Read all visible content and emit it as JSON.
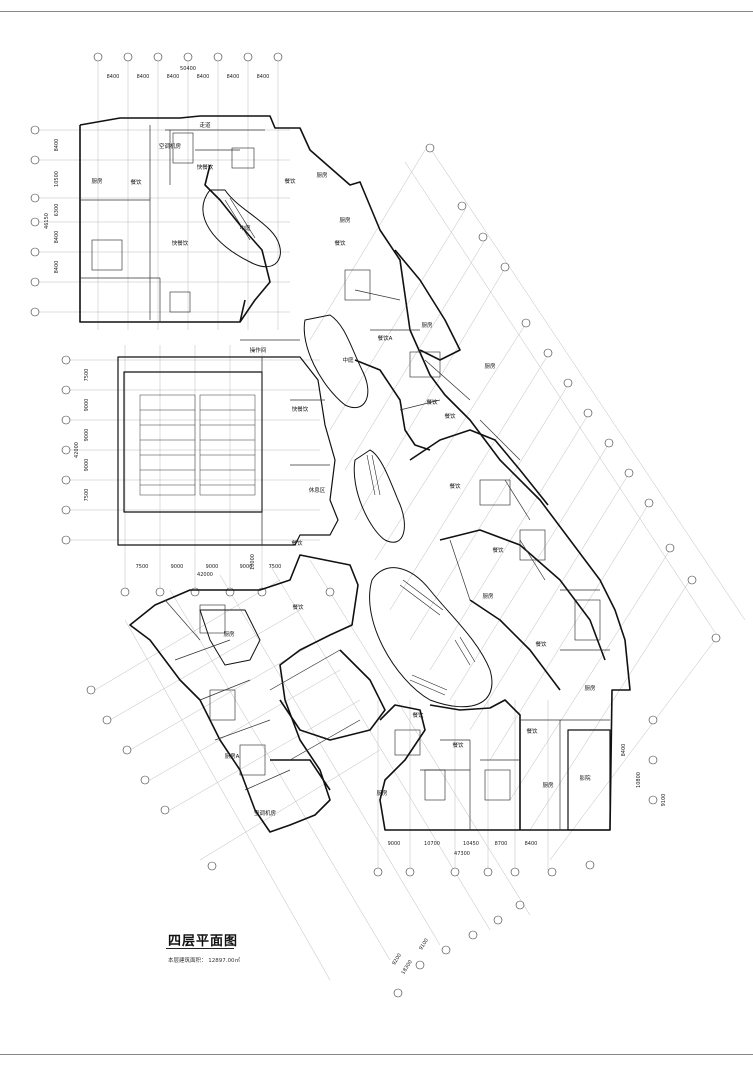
{
  "drawing": {
    "title": "四层平面图",
    "area_note": "本层建筑面积： 12897.00㎡"
  },
  "dimensions": {
    "top_left": [
      "8400",
      "8400",
      "8400",
      "8400",
      "8400",
      "8400"
    ],
    "top_left_total": "50400",
    "left_upper": [
      "8400",
      "10500",
      "6300",
      "8400",
      "8400"
    ],
    "left_upper_total": "46150",
    "left_middle": [
      "7500",
      "9000",
      "9000",
      "9000",
      "7500"
    ],
    "left_middle_total": "42000",
    "mid_horizontal": [
      "7500",
      "9000",
      "9000",
      "9000",
      "7500"
    ],
    "mid_horizontal_total": "42000",
    "mid_vertical": "10000",
    "bottom": [
      "9000",
      "10700",
      "10450",
      "8700",
      "8400"
    ],
    "bottom_total": "47300",
    "bottom_left_diag": [
      "9200",
      "9100",
      "18300"
    ],
    "right_small": [
      "8400",
      "10800"
    ],
    "right_total": "9100"
  },
  "rooms": [
    {
      "label": "走道"
    },
    {
      "label": "空调机房"
    },
    {
      "label": "厨房"
    },
    {
      "label": "餐饮"
    },
    {
      "label": "快餐饮"
    },
    {
      "label": "厨房"
    },
    {
      "label": "餐饮"
    },
    {
      "label": "厨房"
    },
    {
      "label": "餐饮"
    },
    {
      "label": "中庭"
    },
    {
      "label": "快餐饮"
    },
    {
      "label": "操作间"
    },
    {
      "label": "快餐饮"
    },
    {
      "label": "休息区"
    },
    {
      "label": "餐饮"
    },
    {
      "label": "中庭"
    },
    {
      "label": "厨房"
    },
    {
      "label": "餐饮A"
    },
    {
      "label": "餐饮"
    },
    {
      "label": "空调机房"
    },
    {
      "label": "厨房A"
    },
    {
      "label": "餐饮"
    },
    {
      "label": "厨房"
    },
    {
      "label": "餐饮"
    },
    {
      "label": "厨房"
    },
    {
      "label": "餐饮"
    },
    {
      "label": "厨房"
    },
    {
      "label": "餐饮"
    },
    {
      "label": "厨房"
    },
    {
      "label": "餐饮"
    },
    {
      "label": "影院"
    },
    {
      "label": "餐饮"
    },
    {
      "label": "餐饮"
    },
    {
      "label": "厨房"
    },
    {
      "label": "厨房"
    },
    {
      "label": "餐饮"
    }
  ]
}
